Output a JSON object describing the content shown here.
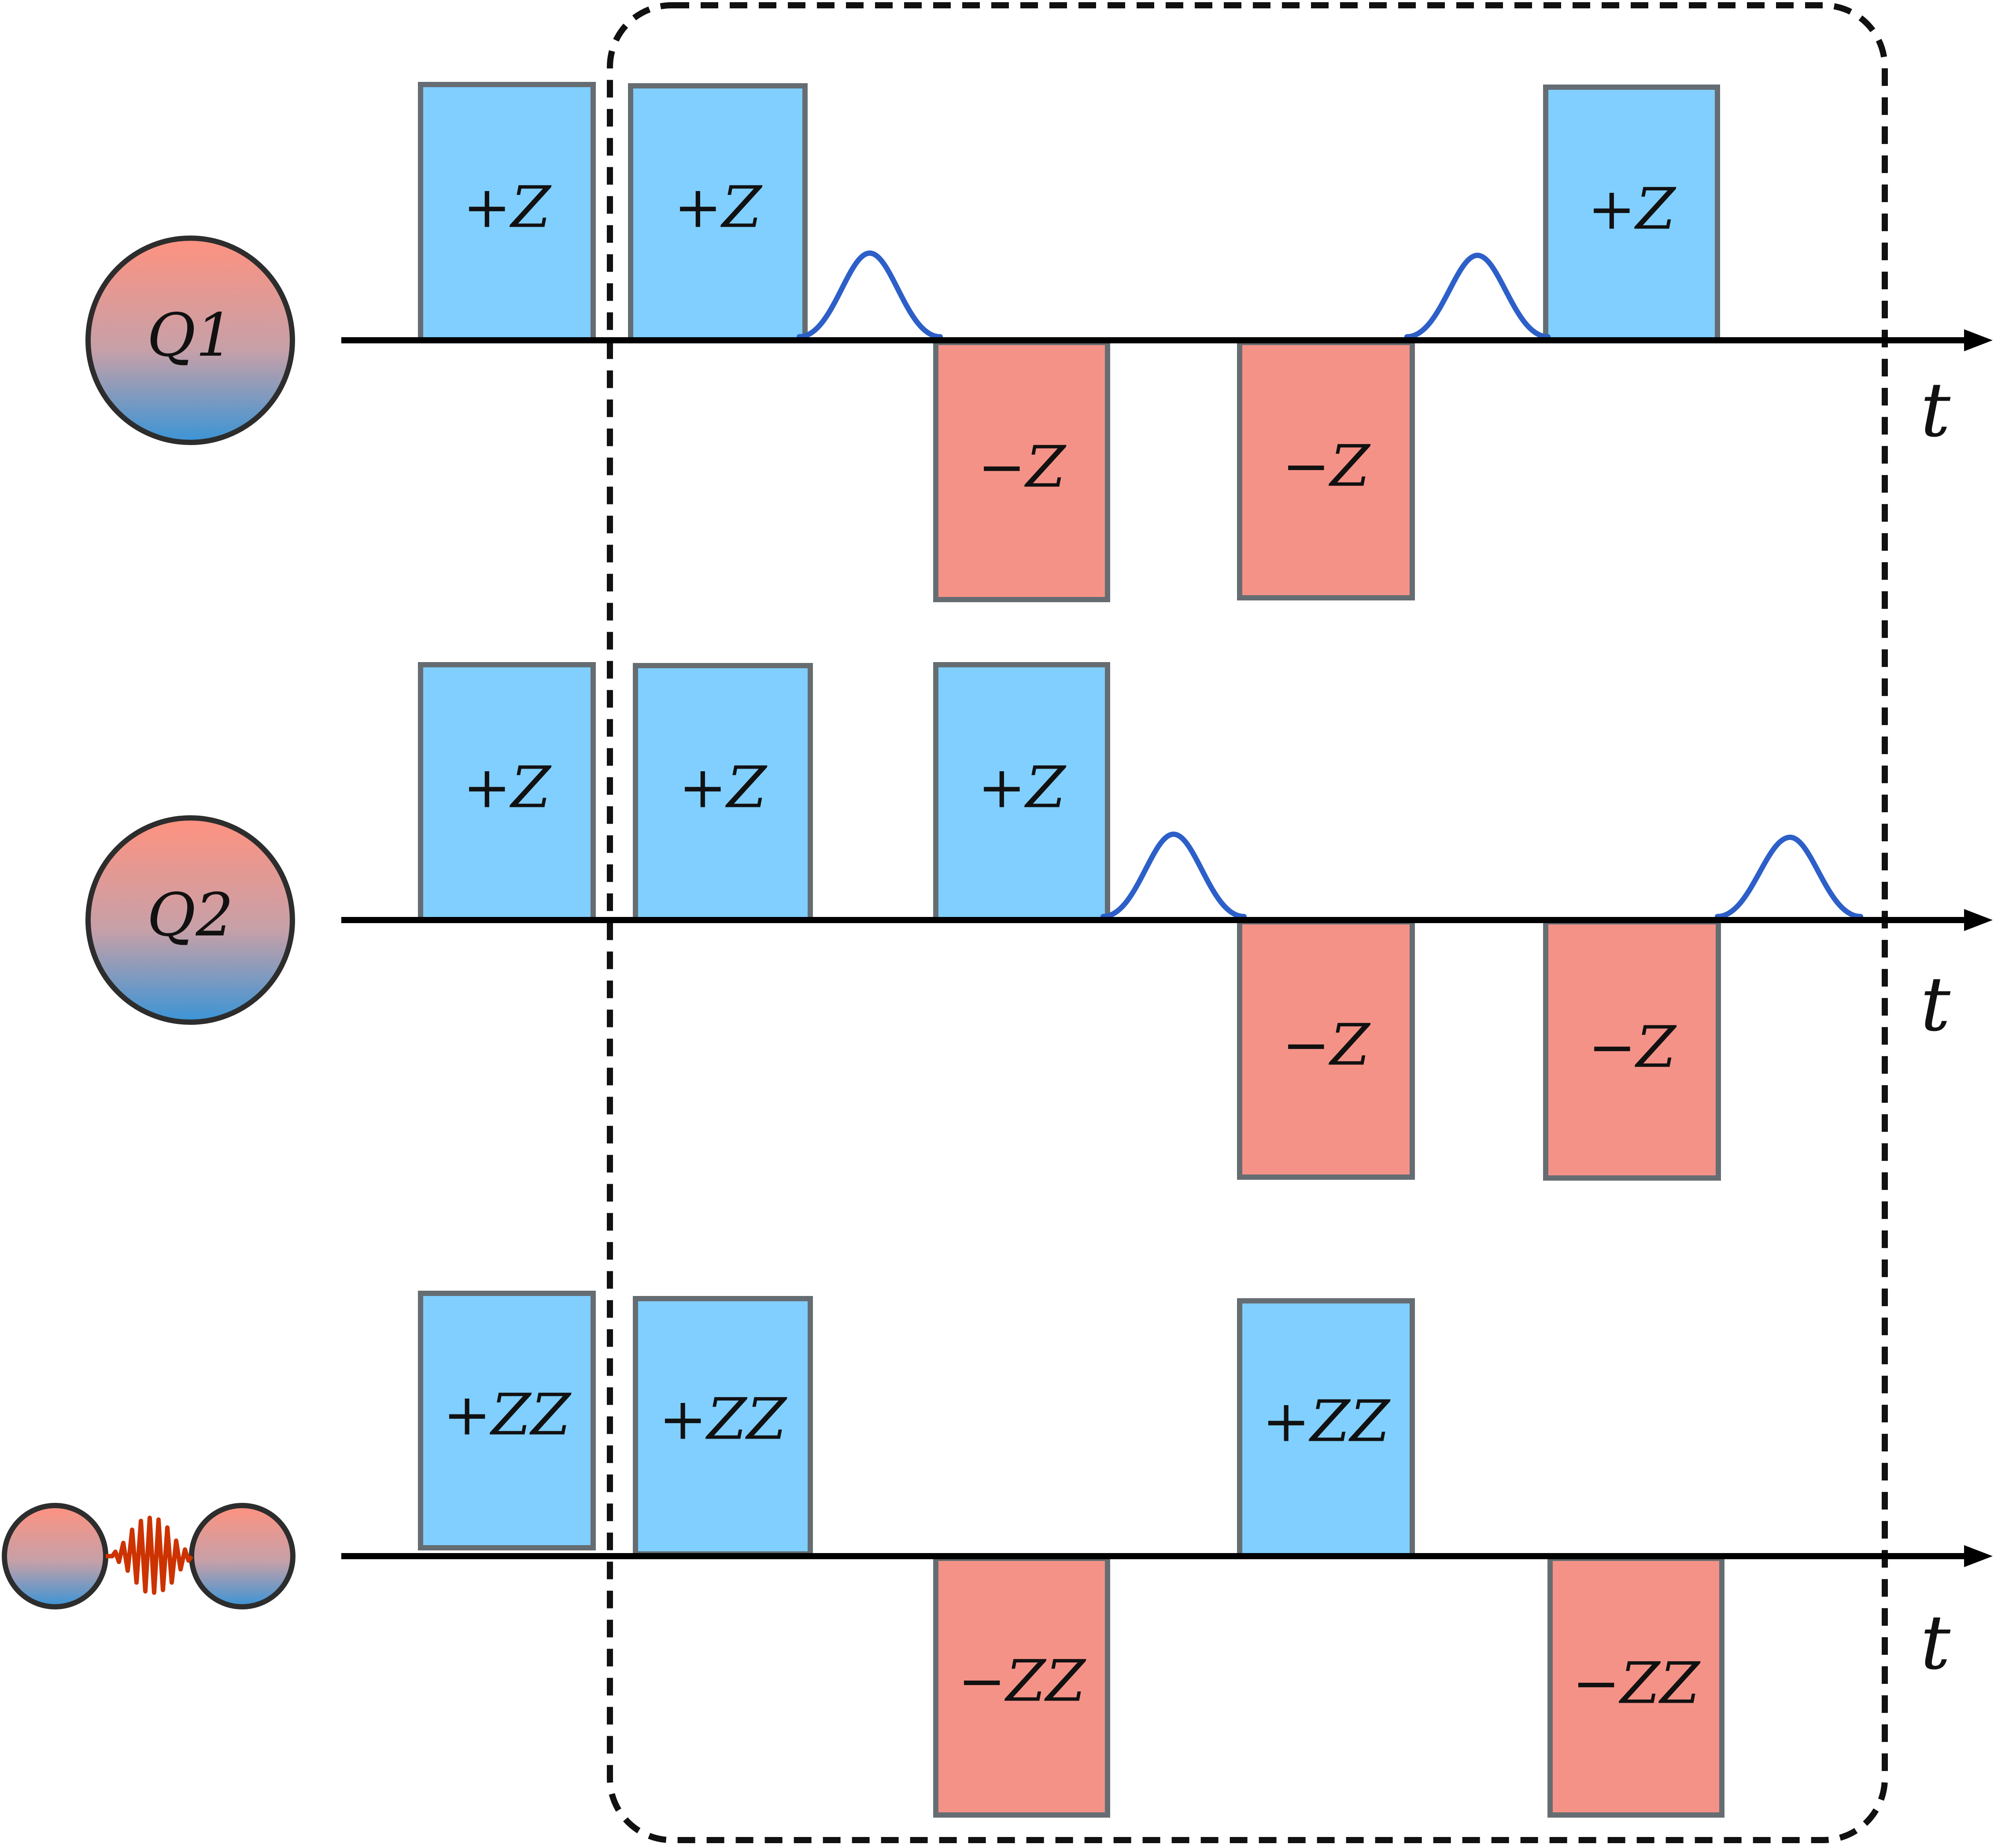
{
  "colors": {
    "positive_block": "#80cfff",
    "negative_block": "#f59287",
    "block_border": "#656d72",
    "gaussian_pulse": "#2d5fc8",
    "axis": "#000000",
    "qubit_top": "#ff9280",
    "qubit_mid": "#c6a0a8",
    "qubit_bottom": "#3a94d6",
    "coupling_wave": "#cc3300",
    "dashed_box": "#111111"
  },
  "icons": {
    "qubit": "qubit-circle-icon",
    "coupler": "coupled-qubits-icon",
    "pulse": "gaussian-pulse-icon"
  },
  "rows": [
    {
      "id": "q1",
      "qubit_label": "Q1",
      "time_label": "t",
      "pulses": [
        {
          "label": "+Z",
          "sign": "positive"
        },
        {
          "label": "+Z",
          "sign": "positive"
        },
        {
          "label": "−Z",
          "sign": "negative"
        },
        {
          "label": "−Z",
          "sign": "negative"
        },
        {
          "label": "+Z",
          "sign": "positive"
        }
      ]
    },
    {
      "id": "q2",
      "qubit_label": "Q2",
      "time_label": "t",
      "pulses": [
        {
          "label": "+Z",
          "sign": "positive"
        },
        {
          "label": "+Z",
          "sign": "positive"
        },
        {
          "label": "+Z",
          "sign": "positive"
        },
        {
          "label": "−Z",
          "sign": "negative"
        },
        {
          "label": "−Z",
          "sign": "negative"
        }
      ]
    },
    {
      "id": "zz",
      "qubit_label": "",
      "time_label": "t",
      "pulses": [
        {
          "label": "+ZZ",
          "sign": "positive"
        },
        {
          "label": "+ZZ",
          "sign": "positive"
        },
        {
          "label": "−ZZ",
          "sign": "negative"
        },
        {
          "label": "+ZZ",
          "sign": "positive"
        },
        {
          "label": "−ZZ",
          "sign": "negative"
        }
      ]
    }
  ]
}
